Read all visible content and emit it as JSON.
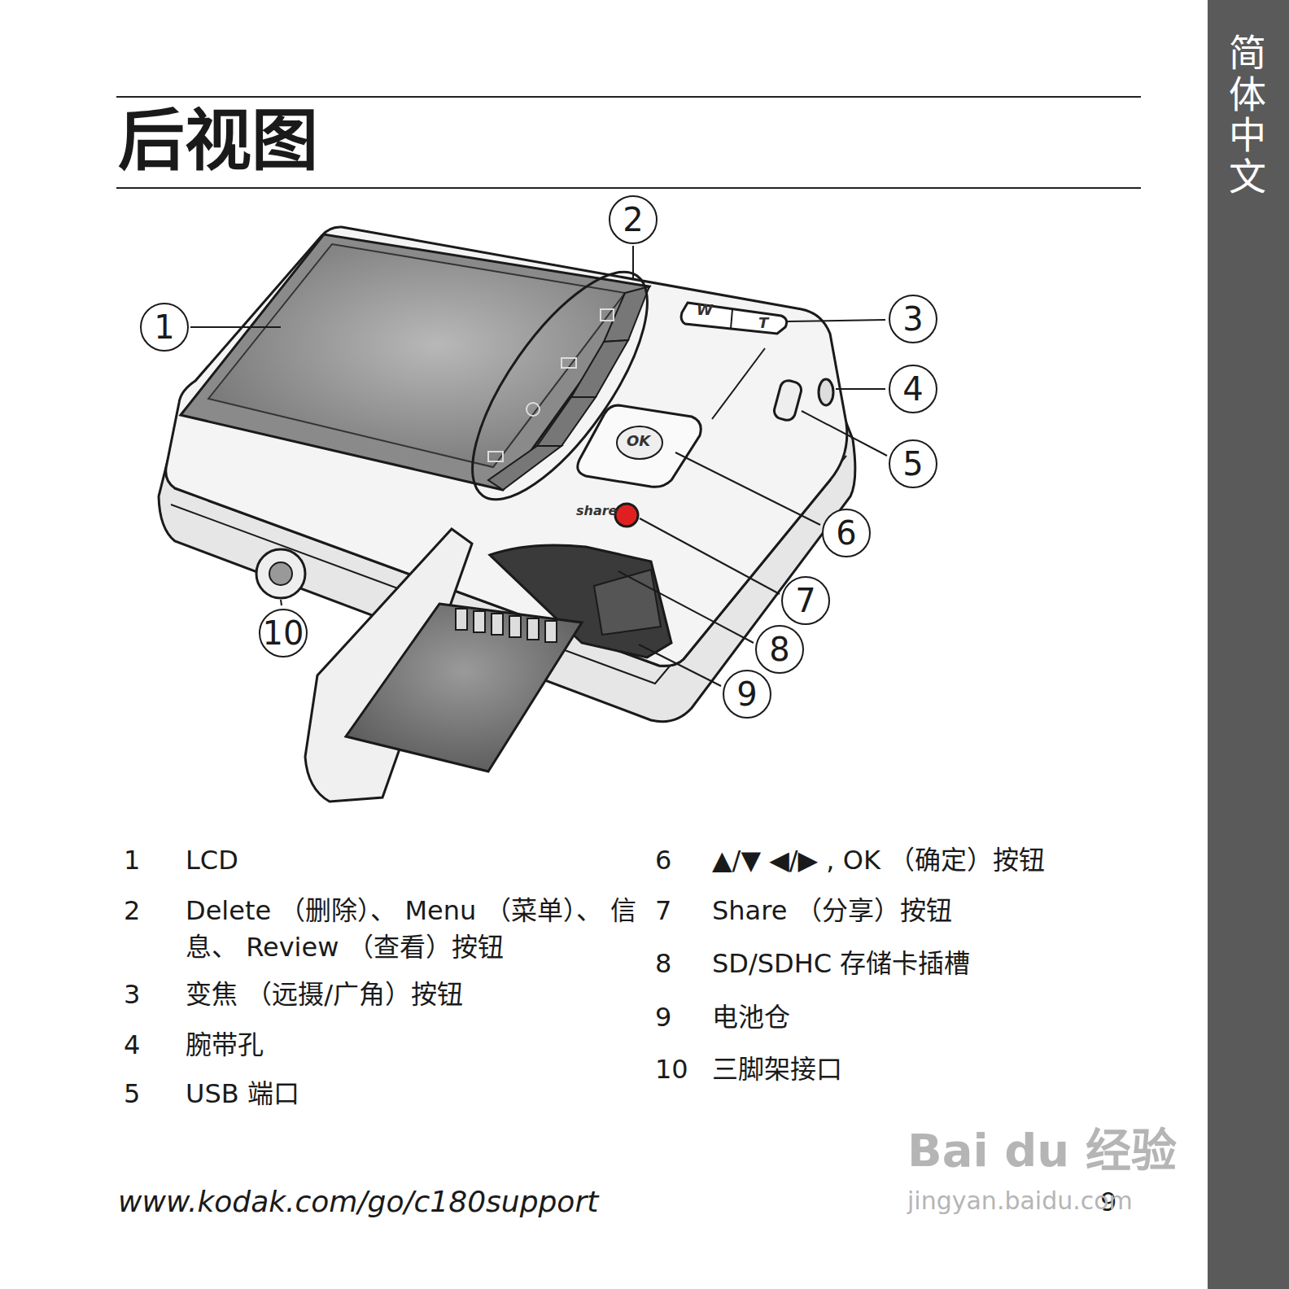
{
  "diagram": {
    "title": "后视图",
    "labels": [
      "简体中文",
      "1",
      "2",
      "3",
      "4",
      "5",
      "6",
      "7",
      "8",
      "9",
      "10",
      "W",
      "T",
      "OK",
      "share",
      "1",
      "LCD",
      "2",
      "Delete （删除）、 Menu （菜单）、 信息、 Review （查看）按钮",
      "3",
      "变焦 （远摄/广角）按钮",
      "4",
      "腕带孔",
      "5",
      "USB 端口",
      "6",
      "▲/▼ ◀/▶ , OK （确定）按钮",
      "7",
      "Share （分享）按钮",
      "8",
      "SD/SDHC 存储卡插槽",
      "9",
      "电池仓",
      "10",
      "三脚架接口",
      "www.kodak.com/go/c180support",
      "9",
      "Bai du 经验",
      "jingyan.baidu.com"
    ]
  }
}
